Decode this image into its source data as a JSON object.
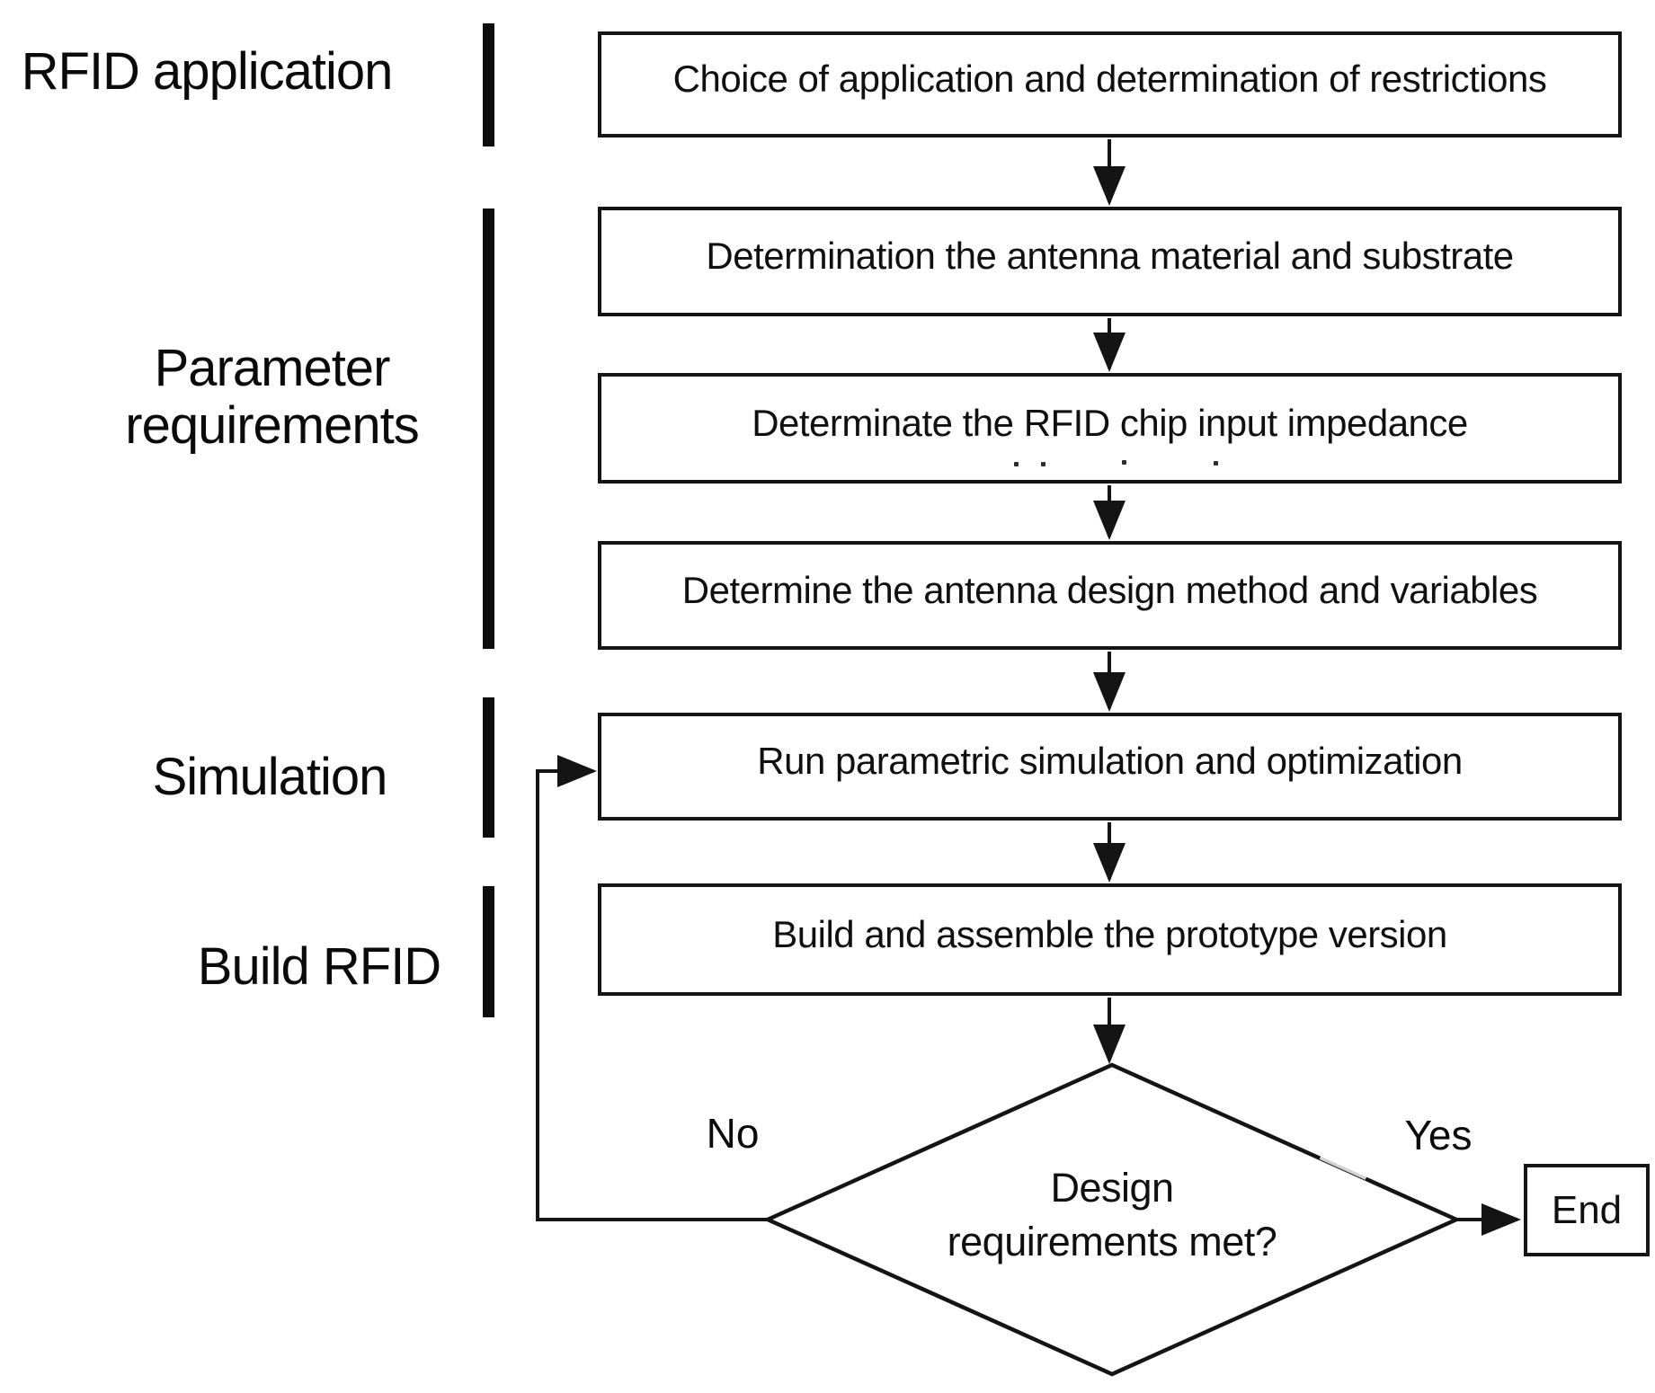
{
  "sections": [
    {
      "label": "RFID application"
    },
    {
      "label": "Parameter requirements"
    },
    {
      "label": "Simulation"
    },
    {
      "label": "Build RFID"
    }
  ],
  "steps": [
    {
      "label": "Choice of application and determination of restrictions"
    },
    {
      "label": "Determination the antenna material and substrate"
    },
    {
      "label": "Determinate the RFID chip input impedance"
    },
    {
      "label": "Determine the antenna design method and variables"
    },
    {
      "label": "Run parametric simulation and optimization"
    },
    {
      "label": "Build and assemble the prototype version"
    }
  ],
  "decision": {
    "line1": "Design",
    "line2": "requirements met?"
  },
  "branch_labels": {
    "no": "No",
    "yes": "Yes"
  },
  "terminal": {
    "label": "End"
  },
  "colors": {
    "line": "#141414",
    "background": "#ffffff",
    "text": "#0d0d0d"
  }
}
